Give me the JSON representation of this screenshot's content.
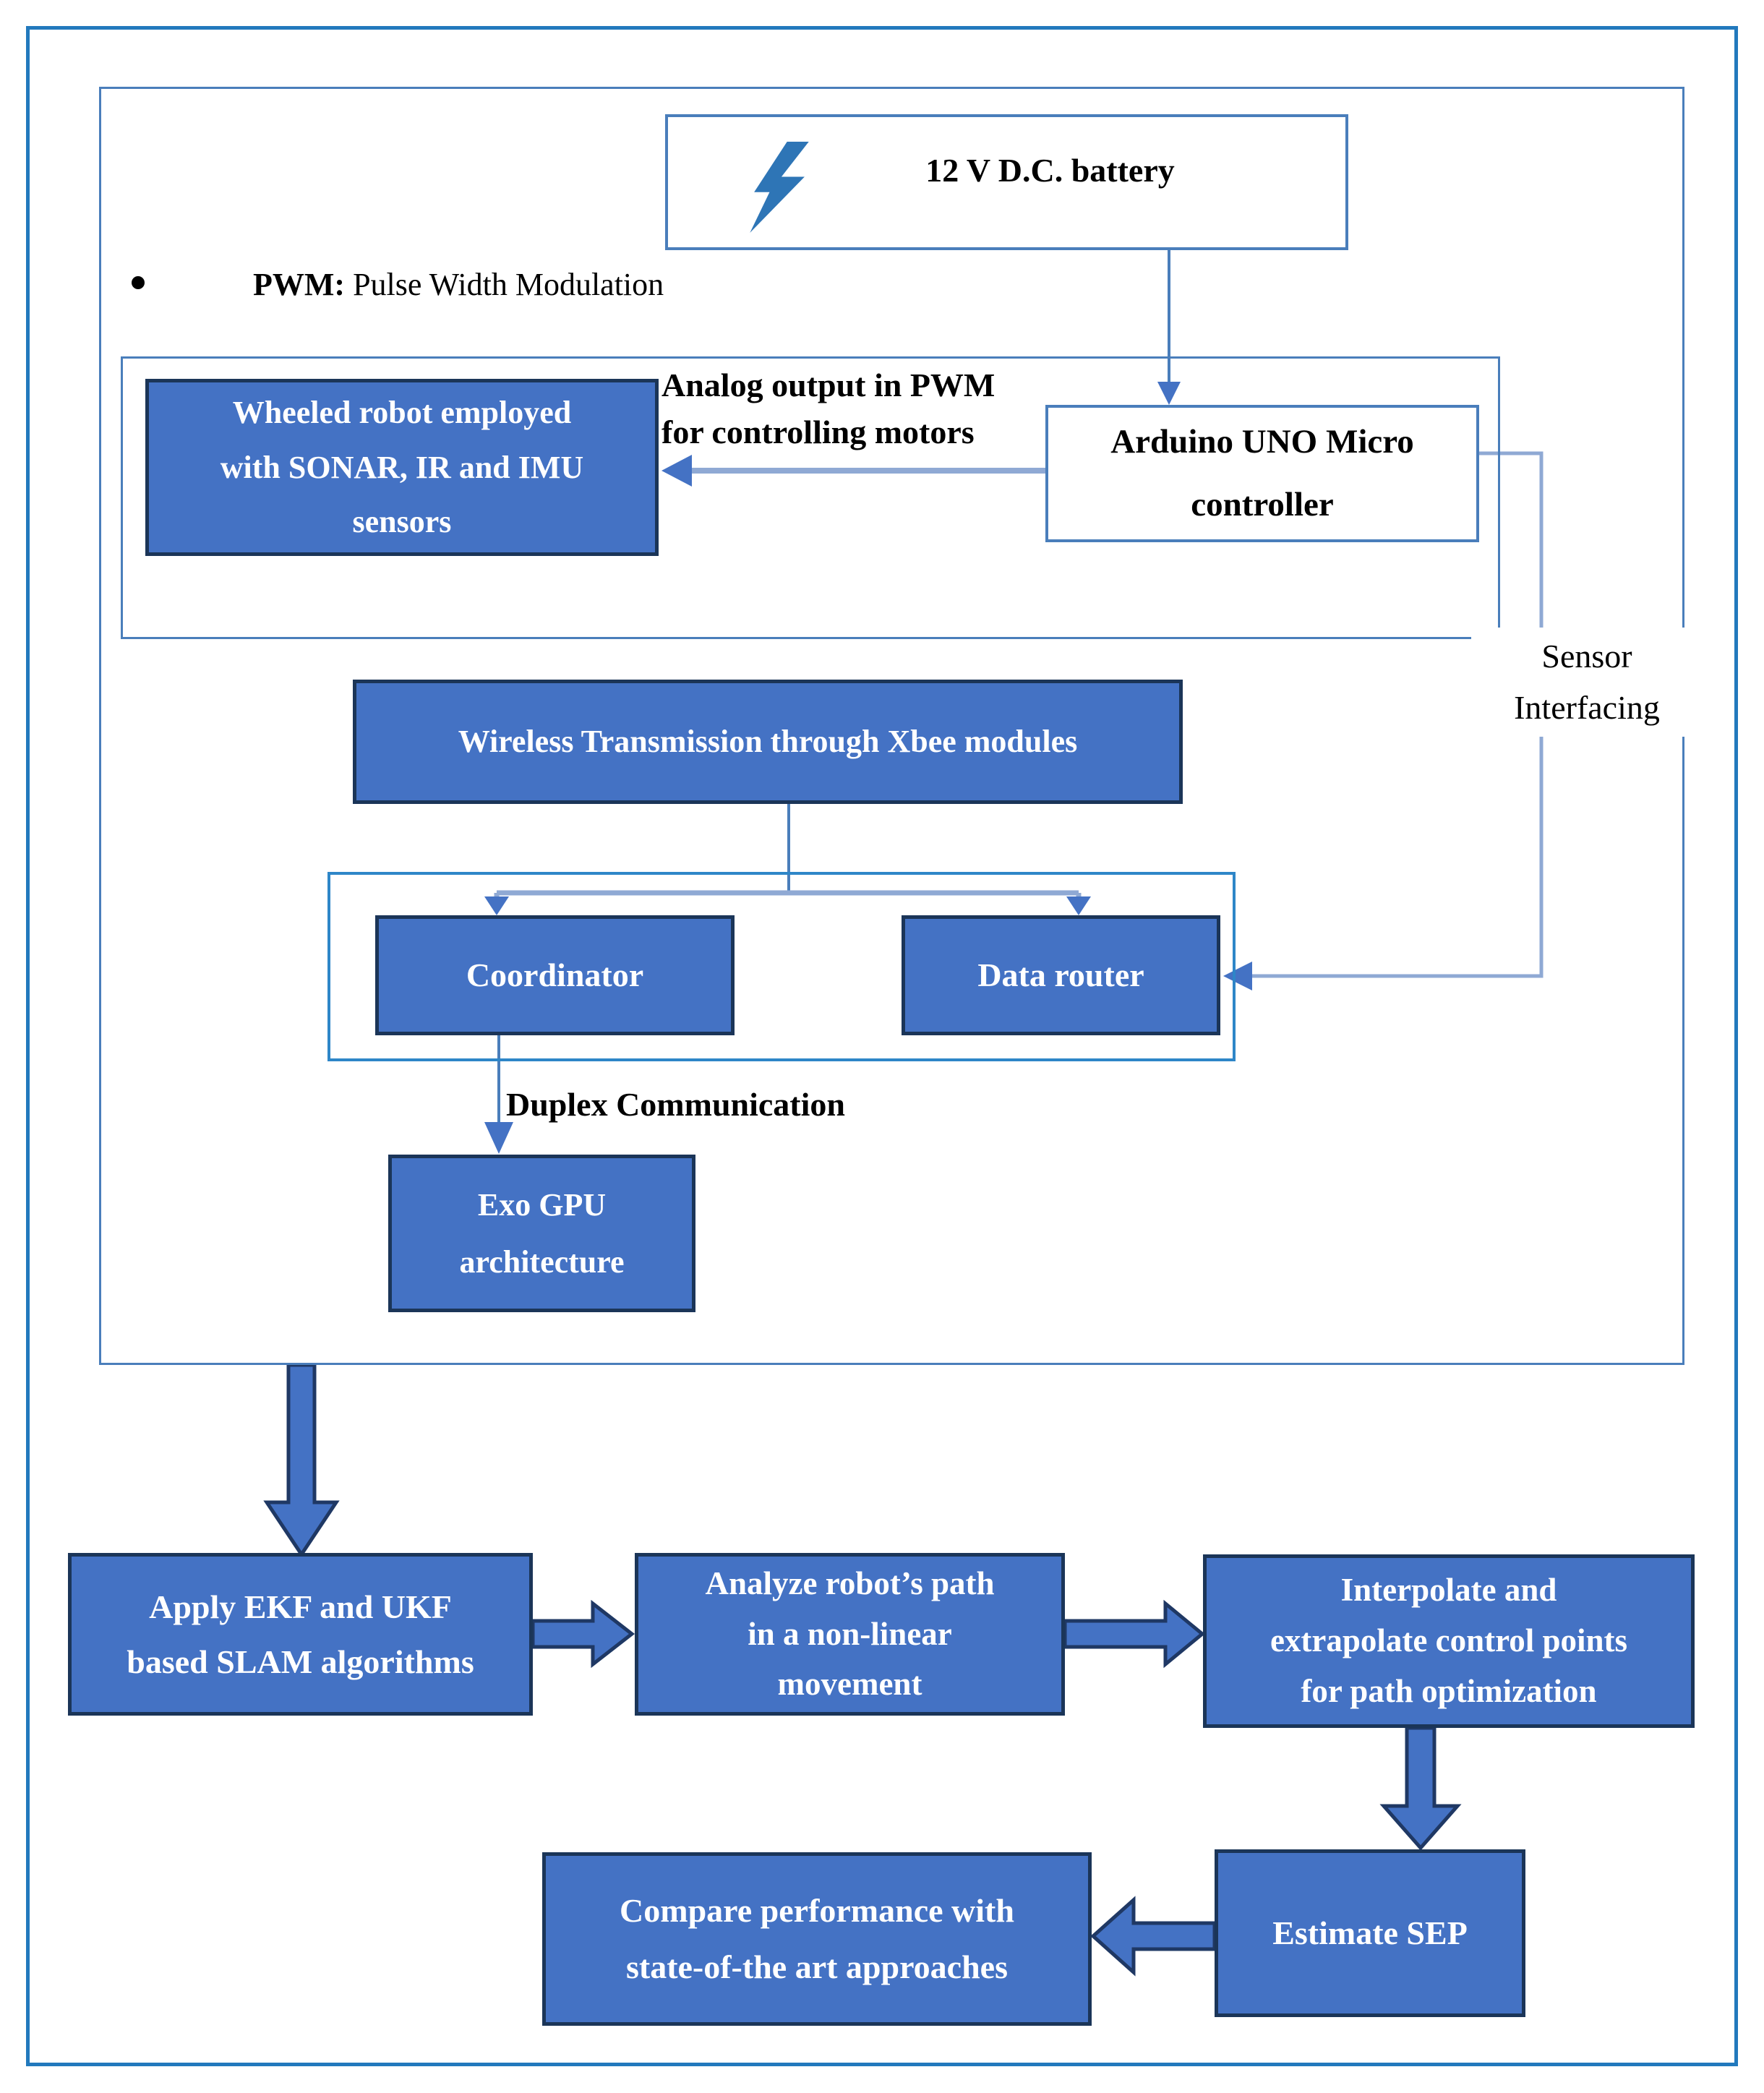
{
  "figure": {
    "type": "flowchart",
    "description": "Robot SLAM system architecture block diagram"
  },
  "palette": {
    "node_fill": "#4472c4",
    "node_border_dark": "#1b3558",
    "white_node_border": "#4a7ebb",
    "outer_frame": "#2279bd",
    "inner_frame": "#4a7ebb",
    "xbee_frame": "#2e86c8",
    "connector": "#8fa9d4",
    "connector_thin": "#4a7ebb",
    "arrow_fill": "#4472c4",
    "lightning": "#2e75b6",
    "text_dark": "#000000",
    "text_light": "#ffffff"
  },
  "legend": {
    "term": "PWM:",
    "definition": "Pulse Width Modulation"
  },
  "nodes": {
    "battery": {
      "label": "12 V D.C. battery",
      "icon": "lightning-icon"
    },
    "wheeled_robot": {
      "label": "Wheeled robot employed\nwith SONAR, IR and IMU\nsensors"
    },
    "arduino": {
      "label": "Arduino UNO Micro\ncontroller"
    },
    "wireless": {
      "label": "Wireless Transmission through Xbee modules"
    },
    "coordinator": {
      "label": "Coordinator"
    },
    "data_router": {
      "label": "Data router"
    },
    "exo_gpu": {
      "label": "Exo GPU\narchitecture"
    },
    "apply_slam": {
      "label": "Apply EKF and UKF\nbased SLAM algorithms"
    },
    "analyze_path": {
      "label": "Analyze robot’s path\nin a non-linear\nmovement"
    },
    "interpolate": {
      "label": "Interpolate and\nextrapolate control points\nfor path optimization"
    },
    "estimate_sep": {
      "label": "Estimate SEP"
    },
    "compare": {
      "label": "Compare performance with\nstate-of-the art approaches"
    }
  },
  "edge_labels": {
    "analog_output": "Analog output in PWM\nfor controlling motors",
    "sensor_interfacing": "Sensor\nInterfacing",
    "duplex": "Duplex Communication"
  }
}
